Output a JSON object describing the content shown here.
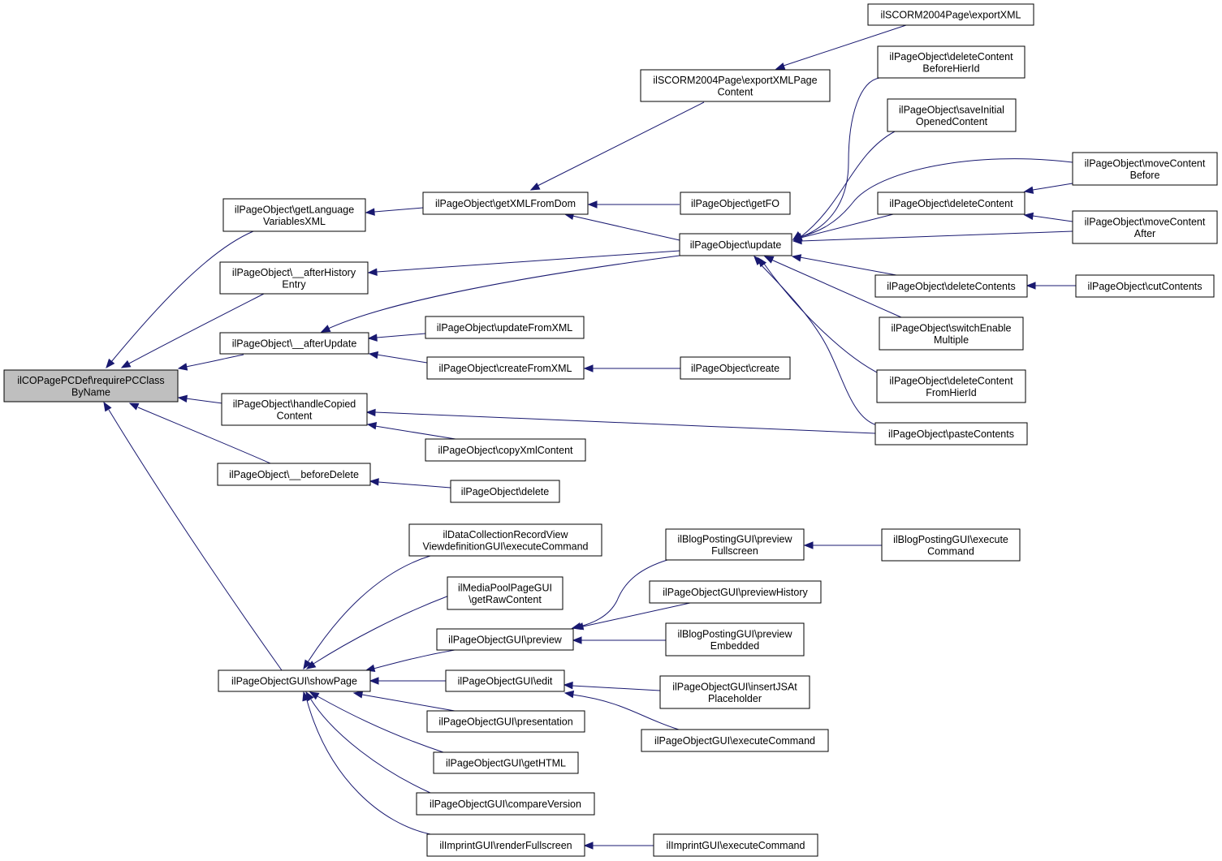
{
  "graph": {
    "edge_color": "#191970",
    "root_fill": "#bfbfbf",
    "node_fill": "#ffffff",
    "nodes": [
      {
        "id": "root",
        "lines": [
          "ilCOPagePCDef\\requirePCClass",
          "ByName"
        ],
        "root": true
      },
      {
        "id": "getLangVars",
        "lines": [
          "ilPageObject\\getLanguage",
          "VariablesXML"
        ]
      },
      {
        "id": "afterHistoryEntry",
        "lines": [
          "ilPageObject\\__afterHistory",
          "Entry"
        ]
      },
      {
        "id": "afterUpdate",
        "lines": [
          "ilPageObject\\__afterUpdate"
        ]
      },
      {
        "id": "handleCopiedContent",
        "lines": [
          "ilPageObject\\handleCopied",
          "Content"
        ]
      },
      {
        "id": "beforeDelete",
        "lines": [
          "ilPageObject\\__beforeDelete"
        ]
      },
      {
        "id": "showPage",
        "lines": [
          "ilPageObjectGUI\\showPage"
        ]
      },
      {
        "id": "getXMLFromDom",
        "lines": [
          "ilPageObject\\getXMLFromDom"
        ]
      },
      {
        "id": "exportXMLPageContent",
        "lines": [
          "ilSCORM2004Page\\exportXMLPage",
          "Content"
        ]
      },
      {
        "id": "exportXML",
        "lines": [
          "ilSCORM2004Page\\exportXML"
        ]
      },
      {
        "id": "getFO",
        "lines": [
          "ilPageObject\\getFO"
        ]
      },
      {
        "id": "update",
        "lines": [
          "ilPageObject\\update"
        ]
      },
      {
        "id": "updateFromXML",
        "lines": [
          "ilPageObject\\updateFromXML"
        ]
      },
      {
        "id": "createFromXML",
        "lines": [
          "ilPageObject\\createFromXML"
        ]
      },
      {
        "id": "create",
        "lines": [
          "ilPageObject\\create"
        ]
      },
      {
        "id": "copyXmlContent",
        "lines": [
          "ilPageObject\\copyXmlContent"
        ]
      },
      {
        "id": "delete",
        "lines": [
          "ilPageObject\\delete"
        ]
      },
      {
        "id": "deleteContentBeforeHierId",
        "lines": [
          "ilPageObject\\deleteContent",
          "BeforeHierId"
        ]
      },
      {
        "id": "saveInitialOpenedContent",
        "lines": [
          "ilPageObject\\saveInitial",
          "OpenedContent"
        ]
      },
      {
        "id": "deleteContent",
        "lines": [
          "ilPageObject\\deleteContent"
        ]
      },
      {
        "id": "moveContentBefore",
        "lines": [
          "ilPageObject\\moveContent",
          "Before"
        ]
      },
      {
        "id": "moveContentAfter",
        "lines": [
          "ilPageObject\\moveContent",
          "After"
        ]
      },
      {
        "id": "deleteContents",
        "lines": [
          "ilPageObject\\deleteContents"
        ]
      },
      {
        "id": "cutContents",
        "lines": [
          "ilPageObject\\cutContents"
        ]
      },
      {
        "id": "switchEnableMultiple",
        "lines": [
          "ilPageObject\\switchEnable",
          "Multiple"
        ]
      },
      {
        "id": "deleteContentFromHierId",
        "lines": [
          "ilPageObject\\deleteContent",
          "FromHierId"
        ]
      },
      {
        "id": "pasteContents",
        "lines": [
          "ilPageObject\\pasteContents"
        ]
      },
      {
        "id": "dataCollExec",
        "lines": [
          "ilDataCollectionRecordView",
          "ViewdefinitionGUI\\executeCommand"
        ]
      },
      {
        "id": "mediaPoolRaw",
        "lines": [
          "ilMediaPoolPageGUI",
          "\\getRawContent"
        ]
      },
      {
        "id": "preview",
        "lines": [
          "ilPageObjectGUI\\preview"
        ]
      },
      {
        "id": "edit",
        "lines": [
          "ilPageObjectGUI\\edit"
        ]
      },
      {
        "id": "presentation",
        "lines": [
          "ilPageObjectGUI\\presentation"
        ]
      },
      {
        "id": "getHTML",
        "lines": [
          "ilPageObjectGUI\\getHTML"
        ]
      },
      {
        "id": "compareVersion",
        "lines": [
          "ilPageObjectGUI\\compareVersion"
        ]
      },
      {
        "id": "renderFullscreen",
        "lines": [
          "ilImprintGUI\\renderFullscreen"
        ]
      },
      {
        "id": "imprintExec",
        "lines": [
          "ilImprintGUI\\executeCommand"
        ]
      },
      {
        "id": "blogPreviewFullscreen",
        "lines": [
          "ilBlogPostingGUI\\preview",
          "Fullscreen"
        ]
      },
      {
        "id": "blogExec",
        "lines": [
          "ilBlogPostingGUI\\execute",
          "Command"
        ]
      },
      {
        "id": "previewHistory",
        "lines": [
          "ilPageObjectGUI\\previewHistory"
        ]
      },
      {
        "id": "blogPreviewEmbedded",
        "lines": [
          "ilBlogPostingGUI\\preview",
          "Embedded"
        ]
      },
      {
        "id": "insertJSAtPlaceholder",
        "lines": [
          "ilPageObjectGUI\\insertJSAt",
          "Placeholder"
        ]
      },
      {
        "id": "pageGUIExec",
        "lines": [
          "ilPageObjectGUI\\executeCommand"
        ]
      }
    ],
    "edges": [
      {
        "from": "getLangVars",
        "to": "root"
      },
      {
        "from": "afterHistoryEntry",
        "to": "root"
      },
      {
        "from": "afterUpdate",
        "to": "root"
      },
      {
        "from": "handleCopiedContent",
        "to": "root"
      },
      {
        "from": "beforeDelete",
        "to": "root"
      },
      {
        "from": "showPage",
        "to": "root"
      },
      {
        "from": "getXMLFromDom",
        "to": "getLangVars"
      },
      {
        "from": "exportXMLPageContent",
        "to": "getXMLFromDom"
      },
      {
        "from": "exportXML",
        "to": "exportXMLPageContent"
      },
      {
        "from": "getFO",
        "to": "getXMLFromDom"
      },
      {
        "from": "update",
        "to": "getXMLFromDom"
      },
      {
        "from": "update",
        "to": "afterHistoryEntry"
      },
      {
        "from": "update",
        "to": "afterUpdate"
      },
      {
        "from": "updateFromXML",
        "to": "afterUpdate"
      },
      {
        "from": "createFromXML",
        "to": "afterUpdate"
      },
      {
        "from": "create",
        "to": "createFromXML"
      },
      {
        "from": "pasteContents",
        "to": "handleCopiedContent"
      },
      {
        "from": "copyXmlContent",
        "to": "handleCopiedContent"
      },
      {
        "from": "delete",
        "to": "beforeDelete"
      },
      {
        "from": "deleteContentBeforeHierId",
        "to": "update"
      },
      {
        "from": "saveInitialOpenedContent",
        "to": "update"
      },
      {
        "from": "moveContentBefore",
        "to": "update"
      },
      {
        "from": "deleteContent",
        "to": "update"
      },
      {
        "from": "moveContentAfter",
        "to": "update"
      },
      {
        "from": "moveContentBefore",
        "to": "deleteContent"
      },
      {
        "from": "moveContentAfter",
        "to": "deleteContent"
      },
      {
        "from": "deleteContents",
        "to": "update"
      },
      {
        "from": "cutContents",
        "to": "deleteContents"
      },
      {
        "from": "switchEnableMultiple",
        "to": "update"
      },
      {
        "from": "deleteContentFromHierId",
        "to": "update"
      },
      {
        "from": "pasteContents",
        "to": "update"
      },
      {
        "from": "dataCollExec",
        "to": "showPage"
      },
      {
        "from": "mediaPoolRaw",
        "to": "showPage"
      },
      {
        "from": "preview",
        "to": "showPage"
      },
      {
        "from": "edit",
        "to": "showPage"
      },
      {
        "from": "presentation",
        "to": "showPage"
      },
      {
        "from": "getHTML",
        "to": "showPage"
      },
      {
        "from": "compareVersion",
        "to": "showPage"
      },
      {
        "from": "renderFullscreen",
        "to": "showPage"
      },
      {
        "from": "imprintExec",
        "to": "renderFullscreen"
      },
      {
        "from": "blogPreviewFullscreen",
        "to": "preview"
      },
      {
        "from": "blogExec",
        "to": "blogPreviewFullscreen"
      },
      {
        "from": "previewHistory",
        "to": "preview"
      },
      {
        "from": "blogPreviewEmbedded",
        "to": "preview"
      },
      {
        "from": "insertJSAtPlaceholder",
        "to": "edit"
      },
      {
        "from": "pageGUIExec",
        "to": "edit"
      }
    ]
  }
}
